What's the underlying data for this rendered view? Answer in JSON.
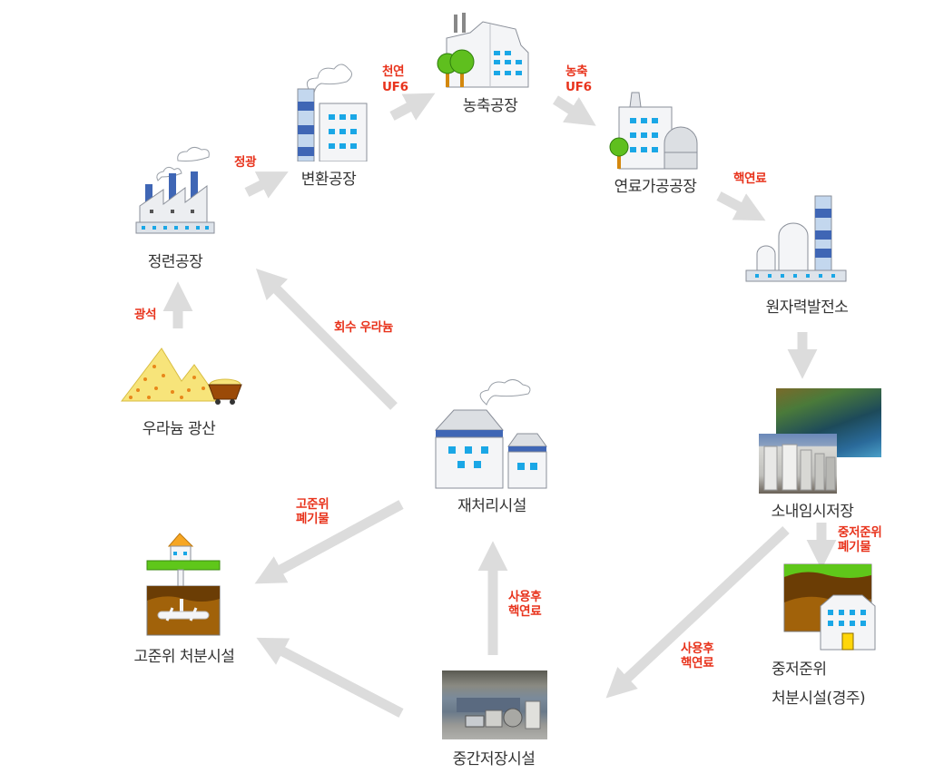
{
  "title": "Nuclear fuel cycle",
  "colors": {
    "arrow": "#dcdcdc",
    "edge_label": "#e8331c",
    "node_label": "#333333",
    "building_fill": "#f4f5f7",
    "building_stroke": "#8a8f99",
    "accent_blue": "#3f66b5",
    "light_blue": "#c3d7ee",
    "window": "#1aa7e6",
    "tree_green": "#5fbf1e",
    "soil_dark": "#6b3d05",
    "soil_light": "#a1620a",
    "grass": "#5fc71a",
    "ore": "#f7e47a"
  },
  "nodes": {
    "mine": {
      "label": "우라늄 광산",
      "icon": "uranium-mine-icon"
    },
    "refinery": {
      "label": "정련공장",
      "icon": "refinery-factory-icon"
    },
    "conversion": {
      "label": "변환공장",
      "icon": "conversion-plant-icon"
    },
    "enrichment": {
      "label": "농축공장",
      "icon": "enrichment-plant-icon"
    },
    "fabrication": {
      "label": "연료가공공장",
      "icon": "fuel-fabrication-icon"
    },
    "power_plant": {
      "label": "원자력발전소",
      "icon": "nuclear-power-plant-icon"
    },
    "onsite_storage": {
      "label": "소내임시저장",
      "icon": "onsite-storage-photo"
    },
    "lilw_disposal": {
      "label_line1": "중저준위",
      "label_line2": "처분시설(경주)",
      "icon": "lilw-disposal-icon"
    },
    "interim_storage": {
      "label": "중간저장시설",
      "icon": "interim-storage-photo"
    },
    "reprocessing": {
      "label": "재처리시설",
      "icon": "reprocessing-plant-icon"
    },
    "hlw_disposal": {
      "label": "고준위 처분시설",
      "icon": "hlw-disposal-icon"
    }
  },
  "edges": {
    "ore": {
      "from": "mine",
      "to": "refinery",
      "label": "광석"
    },
    "refining": {
      "from": "refinery",
      "to": "conversion",
      "label": "정광"
    },
    "natural_uf6": {
      "from": "conversion",
      "to": "enrichment",
      "label_line1": "천연",
      "label_line2": "UF6"
    },
    "enriched_uf6": {
      "from": "enrichment",
      "to": "fabrication",
      "label_line1": "농축",
      "label_line2": "UF6"
    },
    "nuclear_fuel": {
      "from": "fabrication",
      "to": "power_plant",
      "label": "핵연료"
    },
    "to_onsite": {
      "from": "power_plant",
      "to": "onsite_storage",
      "label": ""
    },
    "lilw_waste": {
      "from": "onsite_storage",
      "to": "lilw_disposal",
      "label_line1": "중저준위",
      "label_line2": "폐기물"
    },
    "spent_fuel_to_interim": {
      "from": "onsite_storage",
      "to": "interim_storage",
      "label_line1": "사용후",
      "label_line2": "핵연료"
    },
    "spent_fuel_to_reprocessing": {
      "from": "interim_storage",
      "to": "reprocessing",
      "label_line1": "사용후",
      "label_line2": "핵연료"
    },
    "recovered_uranium": {
      "from": "reprocessing",
      "to": "refinery",
      "label": "회수 우라늄"
    },
    "hlw_waste": {
      "from": "reprocessing",
      "to": "hlw_disposal",
      "label_line1": "고준위",
      "label_line2": "폐기물"
    },
    "interim_to_hlw": {
      "from": "interim_storage",
      "to": "hlw_disposal",
      "label": ""
    }
  }
}
